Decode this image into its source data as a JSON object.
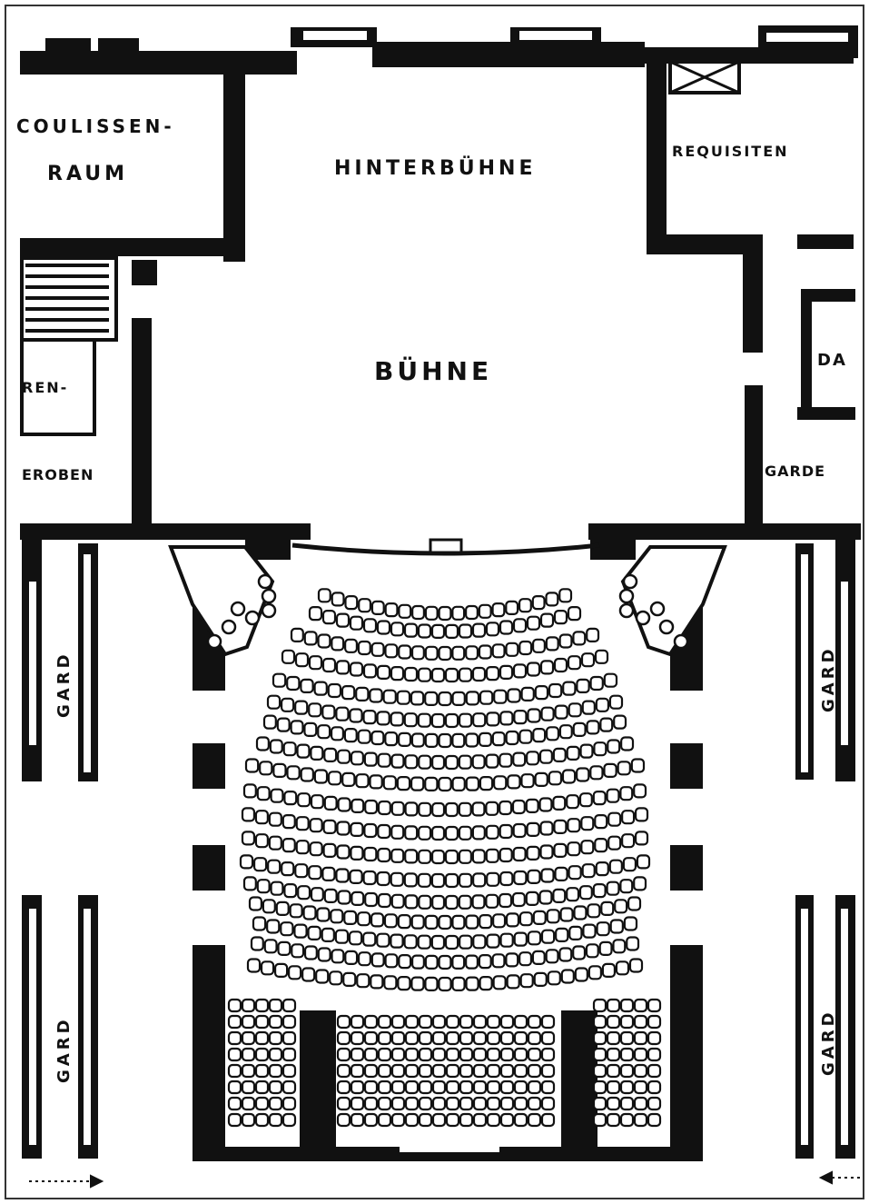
{
  "labels": {
    "coulissen": "COULISSEN-",
    "raum": "RAUM",
    "hinterbuehne": "HINTERBÜHNE",
    "requisiten": "REQUISITEN",
    "buehne": "BÜHNE",
    "ren": "REN-",
    "eroben": "EROBEN",
    "da": "DA",
    "garde": "GARDE",
    "gard_left_top": "GARD",
    "gard_right_top": "GARD",
    "gard_left_bottom": "GARD",
    "gard_right_bottom": "GARD"
  },
  "colors": {
    "ink": "#111111",
    "paper": "#ffffff"
  }
}
